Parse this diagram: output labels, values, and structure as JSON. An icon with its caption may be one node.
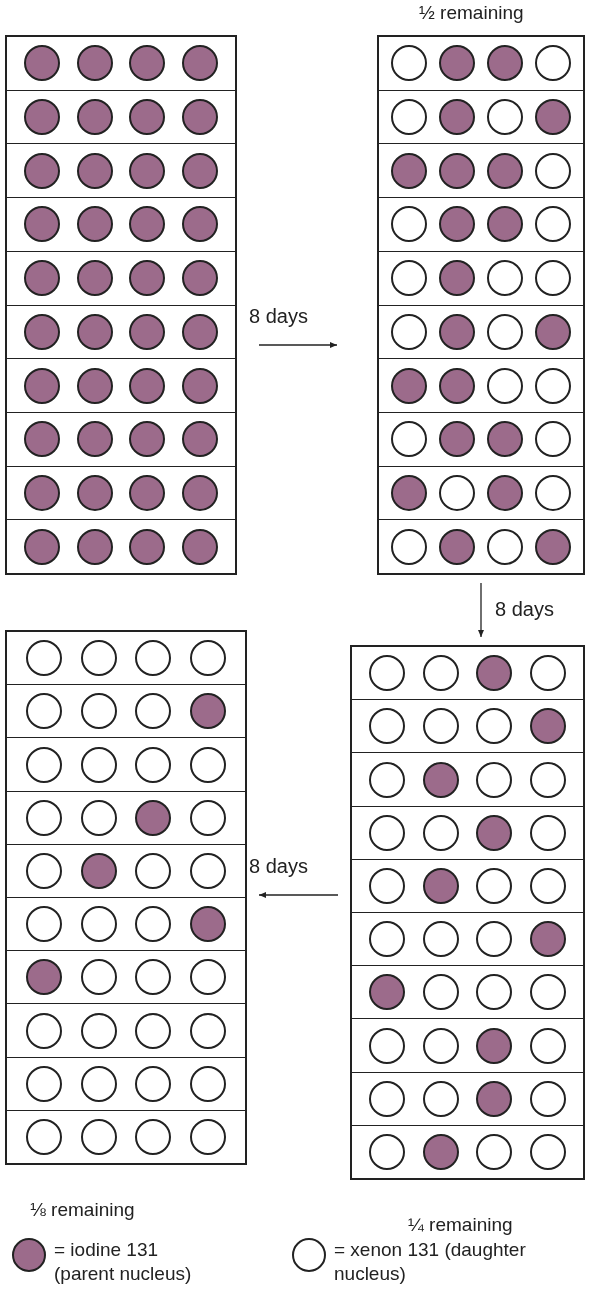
{
  "diagram": {
    "nodes": [
      {
        "text": [],
        "shape": "box"
      },
      {
        "text": [
          "½ remaining"
        ]
      },
      {
        "text": [
          "⅛ remaining"
        ]
      },
      {
        "text": [
          "¼ remaining"
        ]
      }
    ],
    "edges": [
      {
        "from": 0,
        "to": 1,
        "arrow": "to",
        "label": "8 days"
      },
      {
        "from": 1,
        "to": 3,
        "arrow": "to",
        "label": "8 days"
      },
      {
        "from": 3,
        "to": 2,
        "arrow": "to",
        "label": "8 days"
      }
    ],
    "legend": [
      {
        "text": "= iodine 131 (parent nucleus)",
        "color": "#9c6b8b"
      },
      {
        "text": "= xenon 131 (daughter nucleus)",
        "color": "#ffffff"
      }
    ]
  }
}
